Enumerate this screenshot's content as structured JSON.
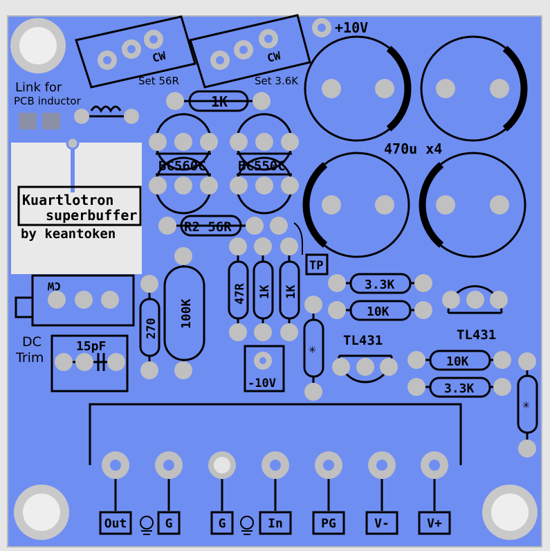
{
  "board": {
    "title_line1": "Kuartlotron",
    "title_line2": "superbuffer",
    "author": "by keantoken",
    "colors": {
      "copper": "#6f8ef2",
      "pad": "#c0c0c0",
      "frame": "#e6e6e6",
      "silk": "#000000"
    }
  },
  "labels": {
    "link_line1": "Link for",
    "link_line2": "PCB inductor",
    "trim_set_56r": "Set 56R",
    "trim_set_3k6": "Set 3.6K",
    "cw_1": "CW",
    "cw_2": "CW",
    "cw_3": "CW",
    "v_plus10": "+10V",
    "caps": "470u x4",
    "r_1k_top": "1K",
    "q1": "BC560C",
    "q2": "BC550C",
    "r2": "R2 56R",
    "tp": "TP",
    "r_47r": "47R",
    "r_1k_a": "1K",
    "r_1k_b": "1K",
    "r_3k3_a": "3.3K",
    "r_10k_a": "10K",
    "r_10k_b": "10K",
    "r_3k3_b": "3.3K",
    "tl431_left": "TL431",
    "tl431_right": "TL431",
    "r_270": "270",
    "r_100k": "100K",
    "dc_trim_1": "DC",
    "dc_trim_2": "Trim",
    "c_15pf": "15pF",
    "v_minus10": "-10V"
  },
  "connector": {
    "pins": [
      "Out",
      "G",
      "G",
      "In",
      "PG",
      "V-",
      "V+"
    ]
  }
}
